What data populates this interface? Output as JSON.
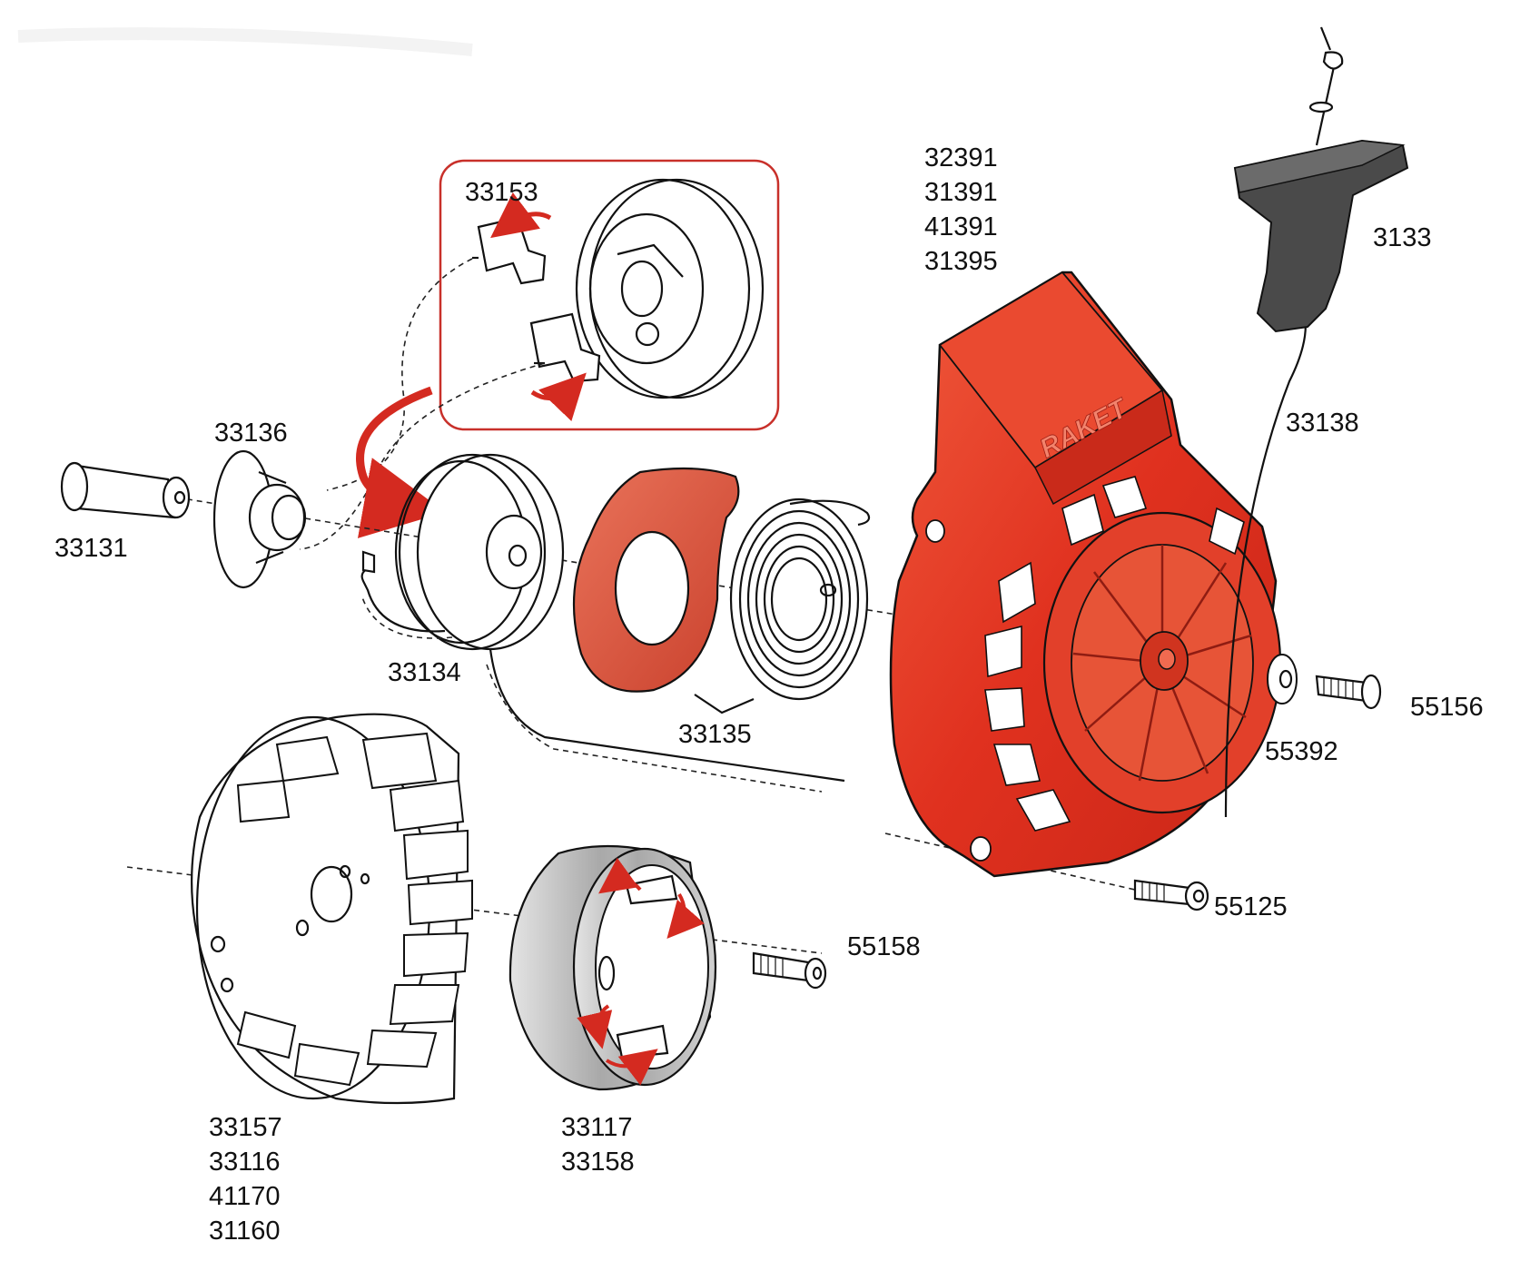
{
  "diagram": {
    "brand_logo_text": "RAKET",
    "colors": {
      "housing": "#e23b2a",
      "housing_dark": "#b8231a",
      "accent_arrow": "#d42a20",
      "handle": "#4a4a4a",
      "ring": "#b9b9b9",
      "ink": "#111111"
    },
    "parts": {
      "housing": {
        "codes": [
          "32391",
          "31391",
          "41391",
          "31395"
        ]
      },
      "handle": {
        "code": "3133"
      },
      "rope": {
        "code": "33138"
      },
      "pawl_detail": {
        "code": "33153"
      },
      "bushing": {
        "code": "33131"
      },
      "pawl_holder": {
        "code": "33136"
      },
      "pulley": {
        "code": "33134"
      },
      "spring_set": {
        "code": "33135"
      },
      "washer": {
        "code": "55392"
      },
      "center_screw": {
        "code": "55156"
      },
      "housing_screw": {
        "code": "55125"
      },
      "flywheel_screw": {
        "code": "55158"
      },
      "flywheel": {
        "codes": [
          "33157",
          "33116",
          "41170",
          "31160"
        ]
      },
      "clutch_drum": {
        "codes": [
          "33117",
          "33158"
        ]
      }
    }
  }
}
